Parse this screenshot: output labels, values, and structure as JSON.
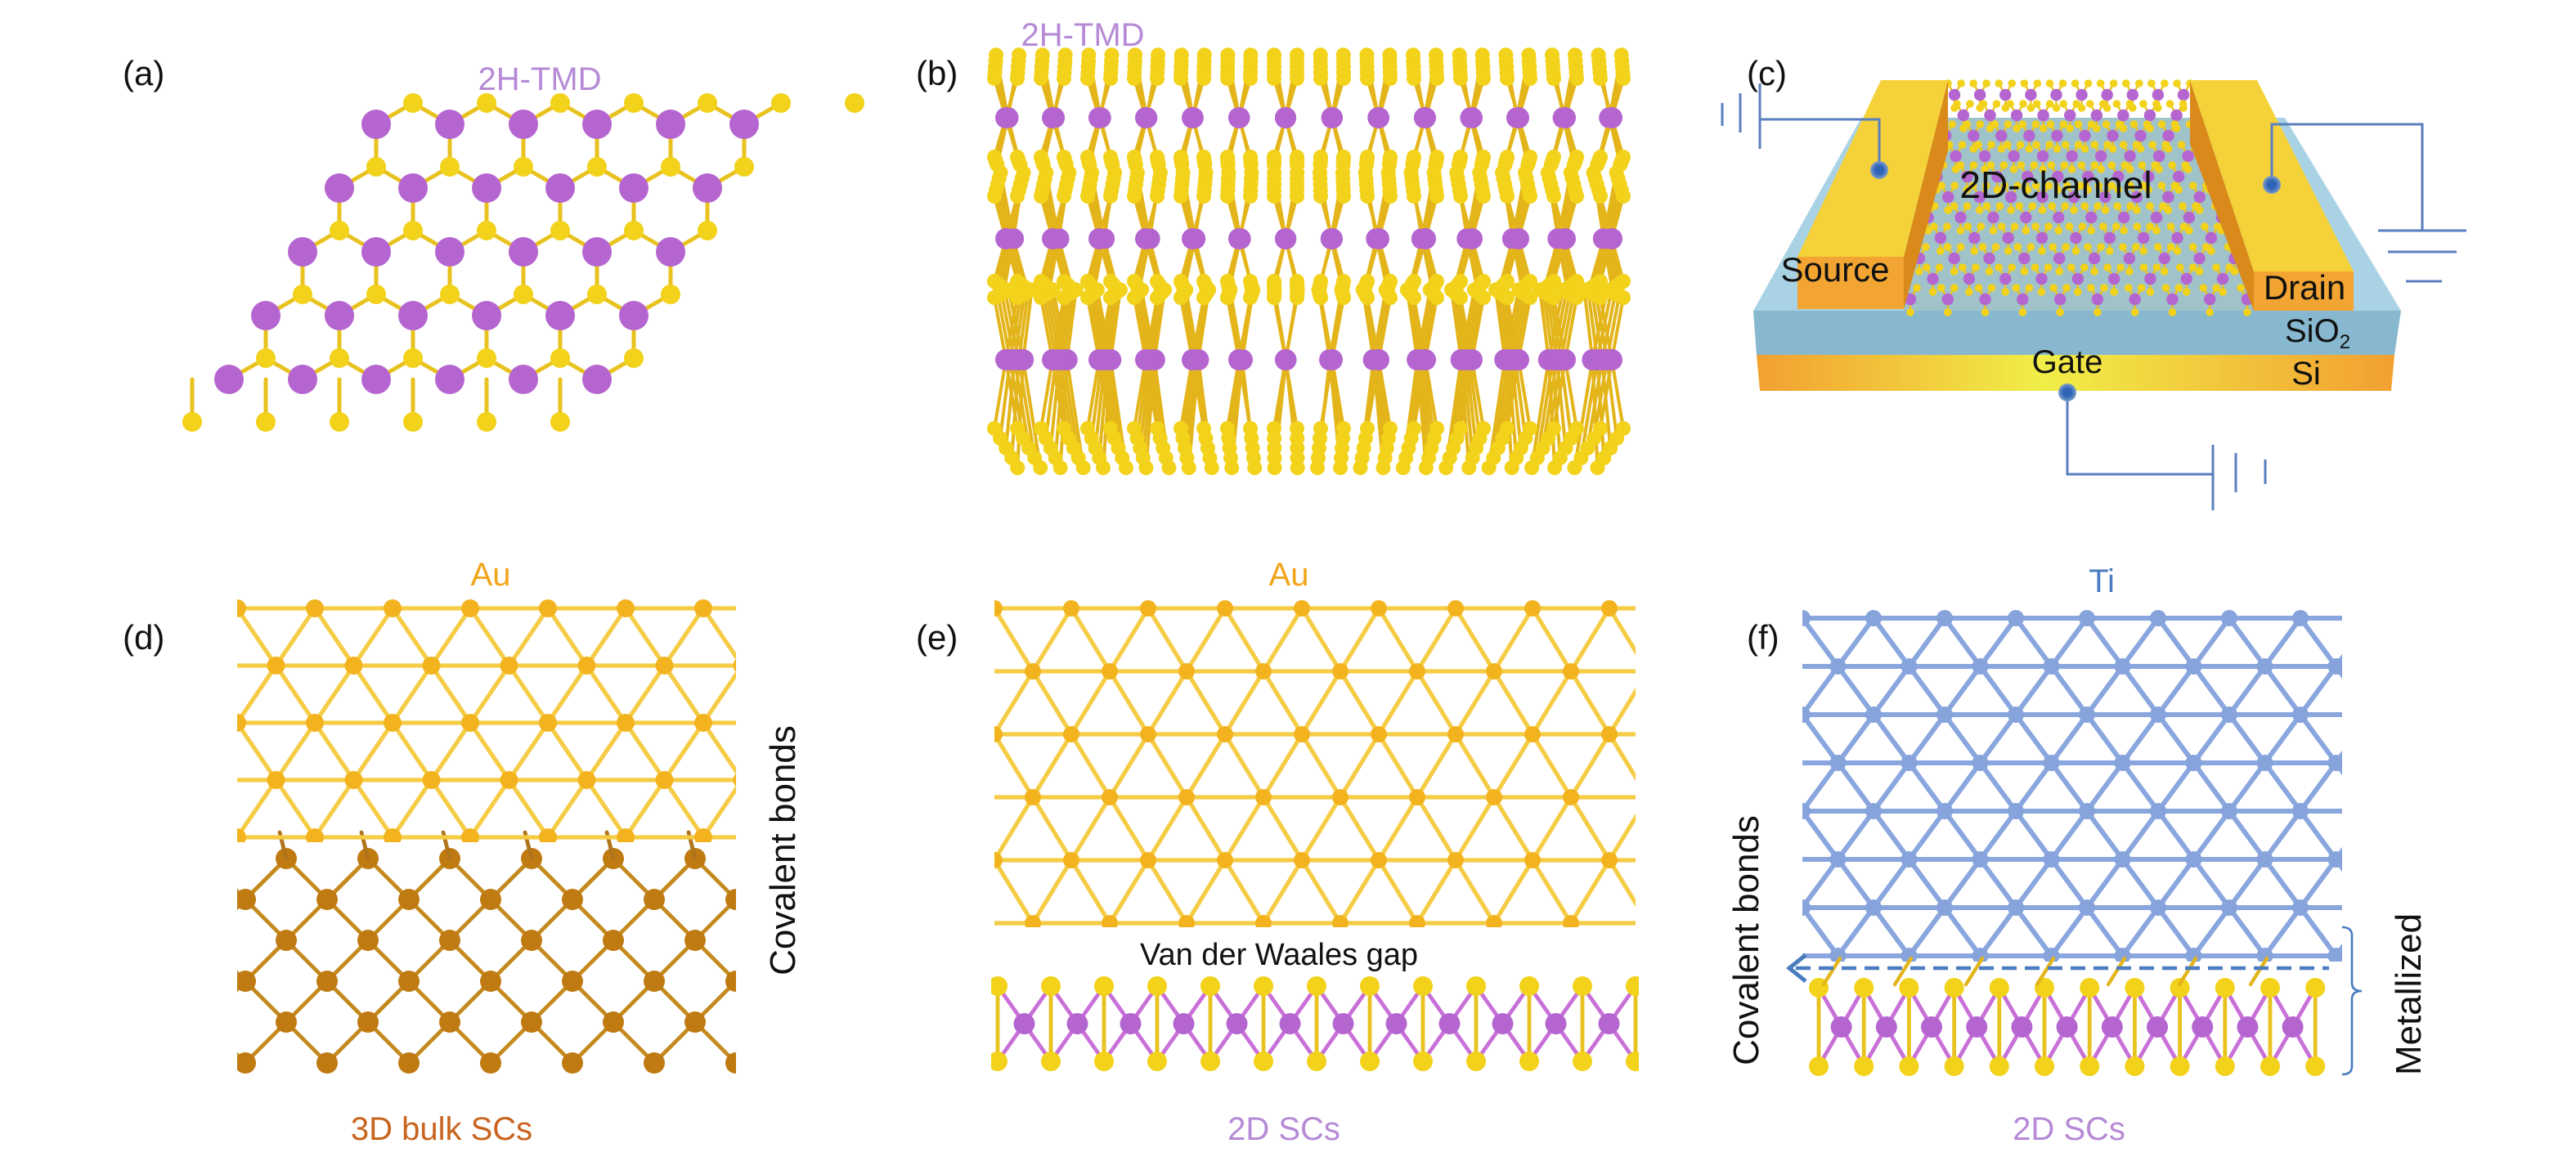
{
  "panels": {
    "a": {
      "label": "(a)",
      "title": "2H-TMD"
    },
    "b": {
      "label": "(b)",
      "title": "2H-TMD"
    },
    "c": {
      "label": "(c)",
      "channel": "2D-channel",
      "source": "Source",
      "drain": "Drain",
      "oxide": "SiO",
      "oxide_sub": "2",
      "gate": "Gate",
      "substrate": "Si"
    },
    "d": {
      "label": "(d)",
      "top": "Au",
      "bottom": "3D bulk SCs",
      "side": "Covalent bonds"
    },
    "e": {
      "label": "(e)",
      "top": "Au",
      "gap": "Van der Waales gap",
      "bottom": "2D SCs"
    },
    "f": {
      "label": "(f)",
      "top": "Ti",
      "side_left": "Covalent bonds",
      "side_right": "Metallized",
      "bottom": "2D SCs"
    }
  },
  "colors": {
    "transition_metal": "#b565d0",
    "chalcogen": "#f2d21a",
    "tmd_label": "#b68ad6",
    "au": "#f2b31e",
    "au_label": "#f2a51a",
    "bulk_sc": "#c07a12",
    "bulk_label": "#c8641e",
    "ti": "#86a3dc",
    "ti_label": "#4a7cc0",
    "wire": "#5a7fbf"
  }
}
